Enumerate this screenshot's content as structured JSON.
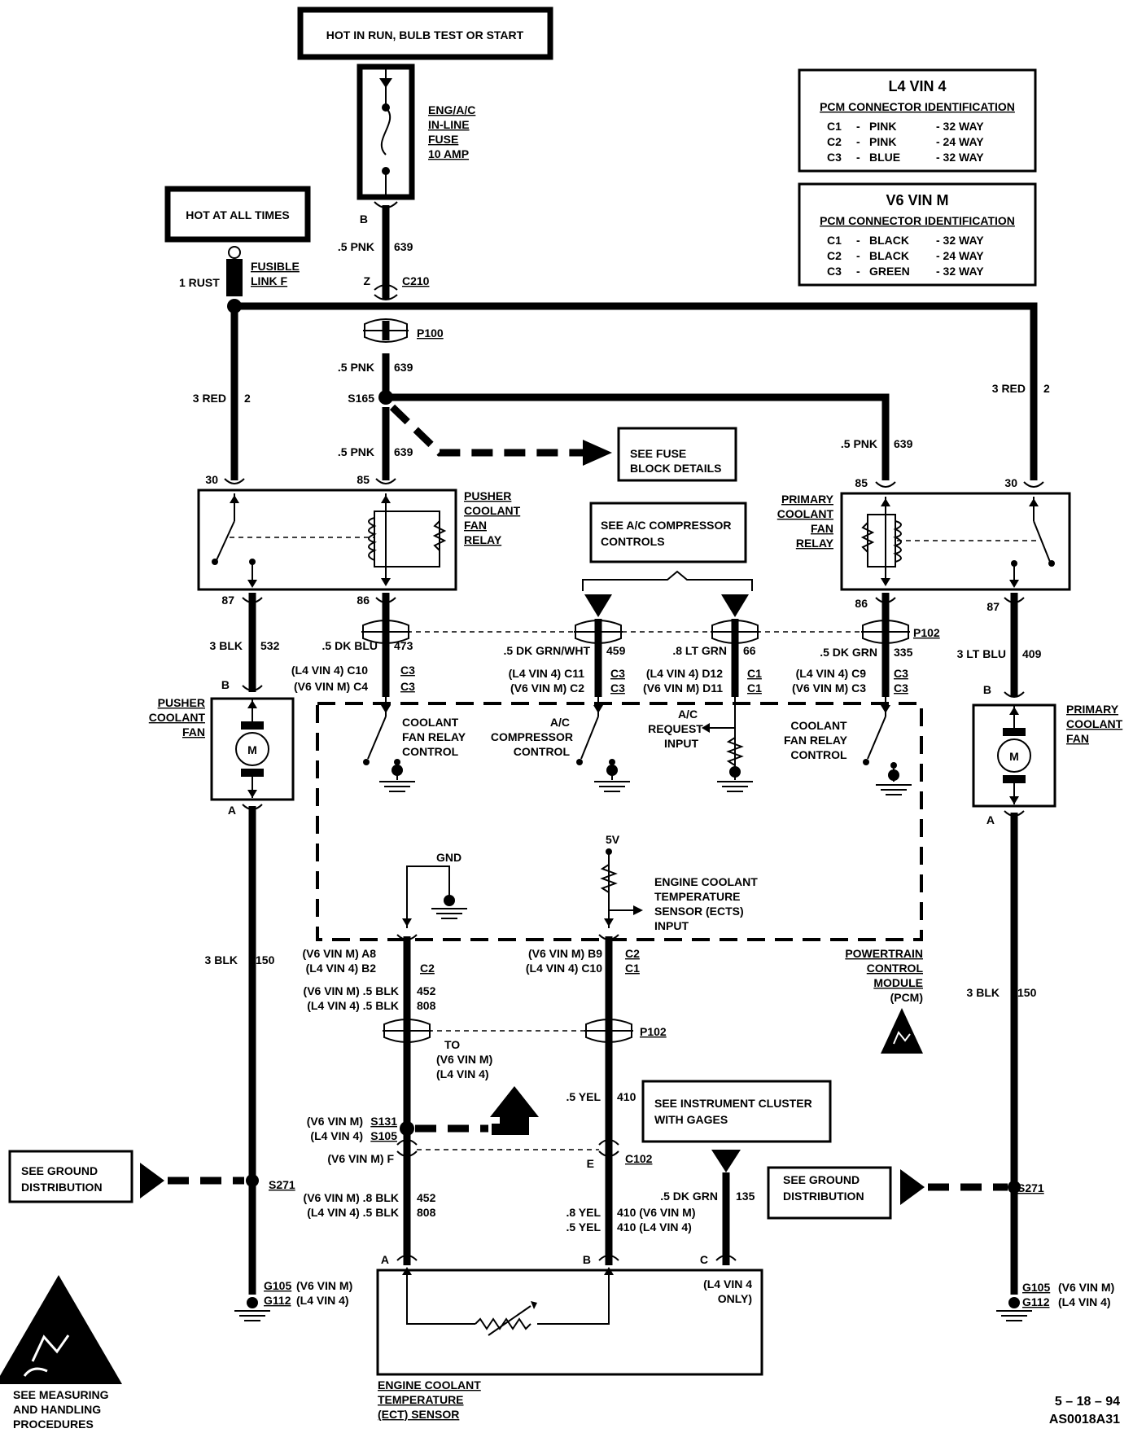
{
  "power": {
    "hot_run": "HOT IN RUN, BULB TEST OR START",
    "hot_all": "HOT AT ALL TIMES"
  },
  "fuse": {
    "line1": "ENG/A/C",
    "line2": "IN-LINE",
    "line3": "FUSE",
    "line4": "10 AMP"
  },
  "fusible_link": {
    "line1": "FUSIBLE",
    "line2": "LINK F",
    "wire": "1 RUST"
  },
  "pcm_id_l4": {
    "title": "L4 VIN 4",
    "heading": "PCM CONNECTOR IDENTIFICATION",
    "rows": [
      {
        "c": "C1",
        "dash": "-",
        "color": "PINK",
        "way": "- 32 WAY"
      },
      {
        "c": "C2",
        "dash": "-",
        "color": "PINK",
        "way": "- 24 WAY"
      },
      {
        "c": "C3",
        "dash": "-",
        "color": "BLUE",
        "way": "- 32 WAY"
      }
    ]
  },
  "pcm_id_v6": {
    "title": "V6 VIN M",
    "heading": "PCM CONNECTOR IDENTIFICATION",
    "rows": [
      {
        "c": "C1",
        "dash": "-",
        "color": "BLACK",
        "way": "- 32 WAY"
      },
      {
        "c": "C2",
        "dash": "-",
        "color": "BLACK",
        "way": "- 24 WAY"
      },
      {
        "c": "C3",
        "dash": "-",
        "color": "GREEN",
        "way": "- 32 WAY"
      }
    ]
  },
  "labels": {
    "pin_b_top": "B",
    "w_5pnk_a": ".5 PNK",
    "w_639_a": "639",
    "z": "Z",
    "c210": "C210",
    "p100": "P100",
    "w_5pnk_b": ".5 PNK",
    "w_639_b": "639",
    "s165": "S165",
    "w_5pnk_c": ".5 PNK",
    "w_639_c": "639",
    "w_3red_l": "3 RED",
    "w_2_l": "2",
    "w_3red_r": "3 RED",
    "w_2_r": "2",
    "w_5pnk_r": ".5 PNK",
    "w_639_r": "639",
    "see_fuse_1": "SEE FUSE",
    "see_fuse_2": "BLOCK DETAILS",
    "see_ac_1": "SEE A/C COMPRESSOR",
    "see_ac_2": "CONTROLS",
    "pin30_l": "30",
    "pin85_l": "85",
    "pin85_r": "85",
    "pin30_r": "30",
    "pusher_relay_1": "PUSHER",
    "pusher_relay_2": "COOLANT",
    "pusher_relay_3": "FAN",
    "pusher_relay_4": "RELAY",
    "primary_relay_1": "PRIMARY",
    "primary_relay_2": "COOLANT",
    "primary_relay_3": "FAN",
    "primary_relay_4": "RELAY",
    "pin87_l": "87",
    "pin86_l": "86",
    "pin86_r": "86",
    "pin87_r": "87",
    "p102_top": "P102",
    "w_3blk_532": "3 BLK",
    "n_532": "532",
    "w_5dkblu": ".5 DK BLU",
    "n_473": "473",
    "w_5dkgrnwht": ".5 DK GRN/WHT",
    "n_459": "459",
    "w_8ltgrn": ".8 LT GRN",
    "n_66": "66",
    "w_5dkgrn": ".5 DK GRN",
    "n_335": "335",
    "w_3ltblu": "3 LT BLU",
    "n_409": "409",
    "pin_b_l": "B",
    "pin_b_r": "B",
    "l4_c10": "(L4 VIN 4) C10",
    "v6_c4": "(V6 VIN M) C4",
    "c3a": "C3",
    "c3b": "C3",
    "l4_c11": "(L4 VIN 4) C11",
    "v6_c2": "(V6 VIN M) C2",
    "c3c": "C3",
    "c3d": "C3",
    "l4_d12": "(L4 VIN 4) D12",
    "v6_d11": "(V6 VIN M) D11",
    "c1a": "C1",
    "c1b": "C1",
    "l4_c9": "(L4 VIN 4) C9",
    "v6_c3": "(V6 VIN M) C3",
    "c3e": "C3",
    "c3f": "C3",
    "pusher_fan_1": "PUSHER",
    "pusher_fan_2": "COOLANT",
    "pusher_fan_3": "FAN",
    "primary_fan_1": "PRIMARY",
    "primary_fan_2": "COOLANT",
    "primary_fan_3": "FAN",
    "motor_l": "M",
    "motor_r": "M",
    "cfrc_l_1": "COOLANT",
    "cfrc_l_2": "FAN RELAY",
    "cfrc_l_3": "CONTROL",
    "acc_1": "A/C",
    "acc_2": "COMPRESSOR",
    "acc_3": "CONTROL",
    "acr_1": "A/C",
    "acr_2": "REQUEST",
    "acr_3": "INPUT",
    "cfrc_r_1": "COOLANT",
    "cfrc_r_2": "FAN RELAY",
    "cfrc_r_3": "CONTROL",
    "gnd": "GND",
    "v5": "5V",
    "ects_1": "ENGINE COOLANT",
    "ects_2": "TEMPERATURE",
    "ects_3": "SENSOR (ECTS)",
    "ects_4": "INPUT",
    "pcm_1": "POWERTRAIN",
    "pcm_2": "CONTROL",
    "pcm_3": "MODULE",
    "pcm_4": "(PCM)",
    "pin_a_l": "A",
    "pin_a_r": "A",
    "w_3blk_150_l": "3 BLK",
    "n_150_l": "150",
    "w_3blk_150_r": "3 BLK",
    "n_150_r": "150",
    "v6_a8": "(V6 VIN M) A8",
    "l4_b2": "(L4 VIN 4) B2",
    "c2": "C2",
    "v6_b9": "(V6 VIN M) B9",
    "l4_c10b": "(L4 VIN 4) C10",
    "c2b": "C2",
    "c1c": "C1",
    "v6_5blk": "(V6 VIN M) .5 BLK",
    "n_452a": "452",
    "l4_5blk": "(L4 VIN 4) .5 BLK",
    "n_808a": "808",
    "p102_bot": "P102",
    "to_1": "TO",
    "to_2": "(V6 VIN M)",
    "to_3": "(L4 VIN 4)",
    "w_5yel": ".5 YEL",
    "n_410": "410",
    "see_ic_1": "SEE INSTRUMENT  CLUSTER",
    "see_ic_2": "WITH GAGES",
    "v6_s131": "(V6 VIN M)",
    "s131": "S131",
    "l4_s105": "(L4 VIN 4)",
    "s105": "S105",
    "v6_f": "(V6 VIN M)  F",
    "pin_e": "E",
    "c102": "C102",
    "see_gd_l_1": "SEE GROUND",
    "see_gd_l_2": "DISTRIBUTION",
    "see_gd_r_1": "SEE GROUND",
    "see_gd_r_2": "DISTRIBUTION",
    "s271_l": "S271",
    "s271_r": "S271",
    "v6_8blk": "(V6 VIN M) .8 BLK",
    "n_452b": "452",
    "l4_5blk2": "(L4 VIN 4) .5 BLK",
    "n_808b": "808",
    "w_8yel": ".8 YEL",
    "n_410_v6": "410 (V6 VIN M)",
    "w_5yel2": ".5 YEL",
    "n_410_l4": "410 (L4 VIN 4)",
    "w_5dkgrn135": ".5 DK GRN",
    "n_135": "135",
    "pin_a_s": "A",
    "pin_b_s": "B",
    "pin_c_s": "C",
    "l4only_1": "(L4 VIN 4",
    "l4only_2": "ONLY)",
    "g105_l": "G105",
    "g105_l_v": "(V6 VIN M)",
    "g112_l": "G112",
    "g112_l_v": "(L4 VIN 4)",
    "g105_r": "G105",
    "g105_r_v": "(V6 VIN M)",
    "g112_r": "G112",
    "g112_r_v": "(L4 VIN 4)",
    "ect_1": "ENGINE COOLANT",
    "ect_2": "TEMPERATURE",
    "ect_3": "(ECT) SENSOR",
    "esd_1": "SEE  MEASURING",
    "esd_2": "AND HANDLING",
    "esd_3": "PROCEDURES",
    "date": "5 – 18 – 94",
    "code": "AS0018A31"
  }
}
